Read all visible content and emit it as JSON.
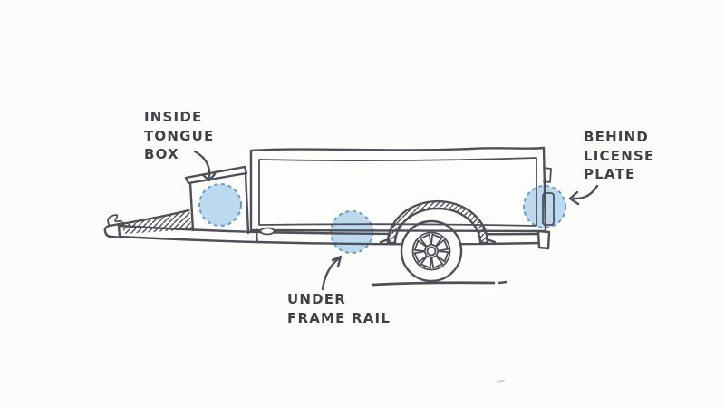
{
  "diagram": {
    "subject": "hand-drawn utility trailer side view with hiding spot highlights",
    "labels": {
      "tongue_box": "INSIDE\nTONGUE\nBOX",
      "license_plate": "BEHIND\nLICENSE\nPLATE",
      "frame_rail": "UNDER\nFRAME RAIL"
    },
    "spots": [
      {
        "name": "inside-tongue-box"
      },
      {
        "name": "under-frame-rail"
      },
      {
        "name": "behind-license-plate"
      }
    ],
    "colors": {
      "bg": "#fcfcfb",
      "ink": "#4d5058",
      "ink_text": "#3e4248",
      "highlight_fill": "#bcd9ef",
      "highlight_stroke": "#679bc7"
    }
  }
}
